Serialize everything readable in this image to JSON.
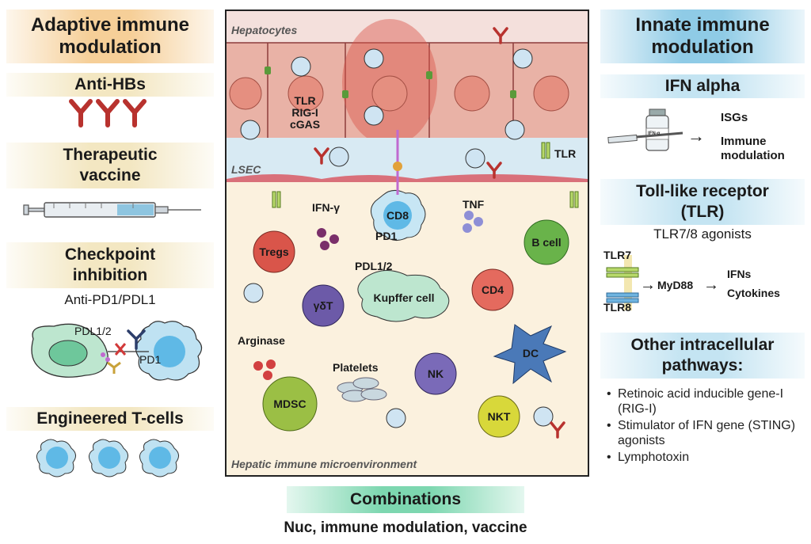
{
  "left": {
    "header": "Adaptive immune modulation",
    "anti_hbs": "Anti-HBs",
    "vaccine": "Therapeutic vaccine",
    "checkpoint": "Checkpoint inhibition",
    "checkpoint_sub": "Anti-PD1/PDL1",
    "pdl1_2": "PDL1/2",
    "pd1": "PD1",
    "engineered": "Engineered T-cells"
  },
  "center": {
    "hepatocytes": "Hepatocytes",
    "lsec": "LSEC",
    "sensors": [
      "TLR",
      "RIG-I",
      "cGAS"
    ],
    "tlr": "TLR",
    "ifn_gamma": "IFN-γ",
    "cd8": "CD8",
    "tnf": "TNF",
    "pd1": "PD1",
    "pdl1_2": "PDL1/2",
    "tregs": "Tregs",
    "b_cell": "B cell",
    "gd_t": "γδT",
    "kupffer": "Kupffer cell",
    "cd4": "CD4",
    "arginase": "Arginase",
    "platelets": "Platelets",
    "nk": "NK",
    "dc": "DC",
    "mdsc": "MDSC",
    "nkt": "NKT",
    "microenvironment": "Hepatic immune microenvironment"
  },
  "right": {
    "header": "Innate immune modulation",
    "ifn_alpha": "IFN alpha",
    "vial_label": "IFN-α",
    "isgs": "ISGs",
    "immune": "Immune",
    "modulation": "modulation",
    "tlr_title": "Toll-like receptor (TLR)",
    "tlr_sub": "TLR7/8 agonists",
    "tlr7": "TLR7",
    "tlr8": "TLR8",
    "myd88": "MyD88",
    "ifns": "IFNs",
    "cytokines": "Cytokines",
    "other": "Other intracellular pathways:",
    "pathways": [
      "Retinoic acid inducible gene-I (RIG-I)",
      "Stimulator of IFN gene (STING) agonists",
      "Lymphotoxin"
    ]
  },
  "bottom": {
    "combinations": "Combinations",
    "combo_text": "Nuc, immune modulation, vaccine"
  },
  "colors": {
    "orange_band": "#f6cf98",
    "yellow_band": "#f3e7c2",
    "blue_band": "#8fcbe6",
    "light_blue_band": "#c4e4f2",
    "green_band": "#7dd7b0",
    "antibody": "#b8322e",
    "hepatocyte": "#e8b0a4",
    "lsec": "#d8eaf3"
  },
  "icons": [
    "antibody-icon",
    "syringe-icon",
    "vial-icon",
    "virus-particle-icon",
    "receptor-icon"
  ]
}
